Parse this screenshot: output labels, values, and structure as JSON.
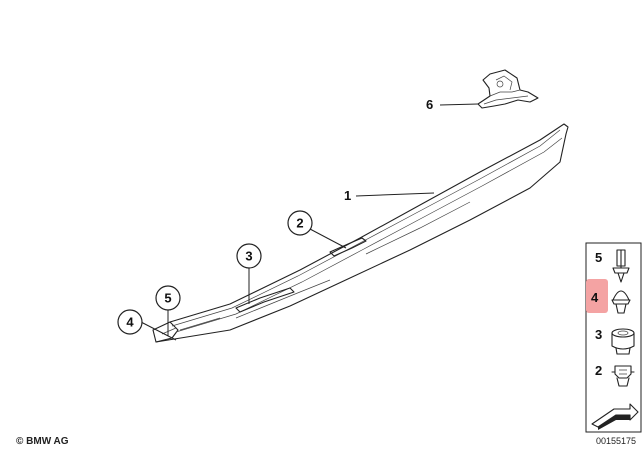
{
  "callouts": {
    "c1": "1",
    "c2": "2",
    "c3": "3",
    "c4": "4",
    "c5": "5",
    "c6": "6"
  },
  "legend": {
    "items": [
      "5",
      "4",
      "3",
      "2"
    ],
    "highlighted_item": "4",
    "highlight_color": "#f4a3a3"
  },
  "footer": {
    "copyright": "© BMW AG",
    "diagram_number": "00155175"
  }
}
